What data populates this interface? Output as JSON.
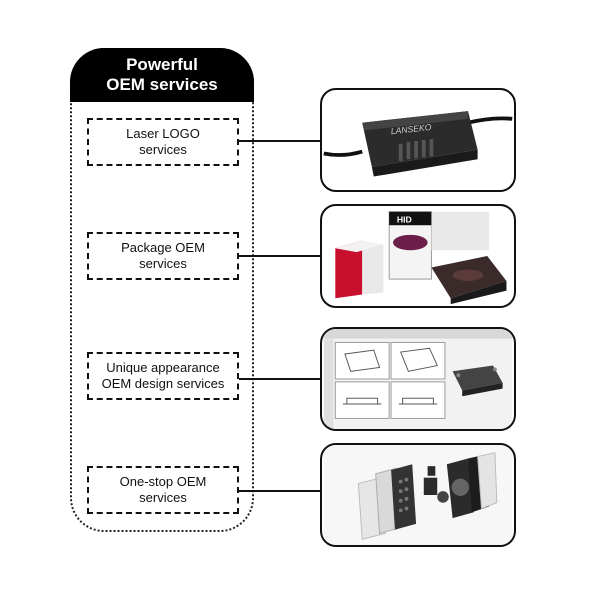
{
  "header": {
    "line1": "Powerful",
    "line2": "OEM services"
  },
  "services": [
    {
      "label": "Laser LOGO\nservices"
    },
    {
      "label": "Package OEM\nservices"
    },
    {
      "label": "Unique appearance\nOEM design services"
    },
    {
      "label": "One-stop OEM\nservices"
    }
  ],
  "images": {
    "logo_text": "LANSEKO",
    "package_badge": "HID"
  },
  "colors": {
    "header_bg": "#000000",
    "header_text": "#ffffff",
    "border": "#111111"
  }
}
